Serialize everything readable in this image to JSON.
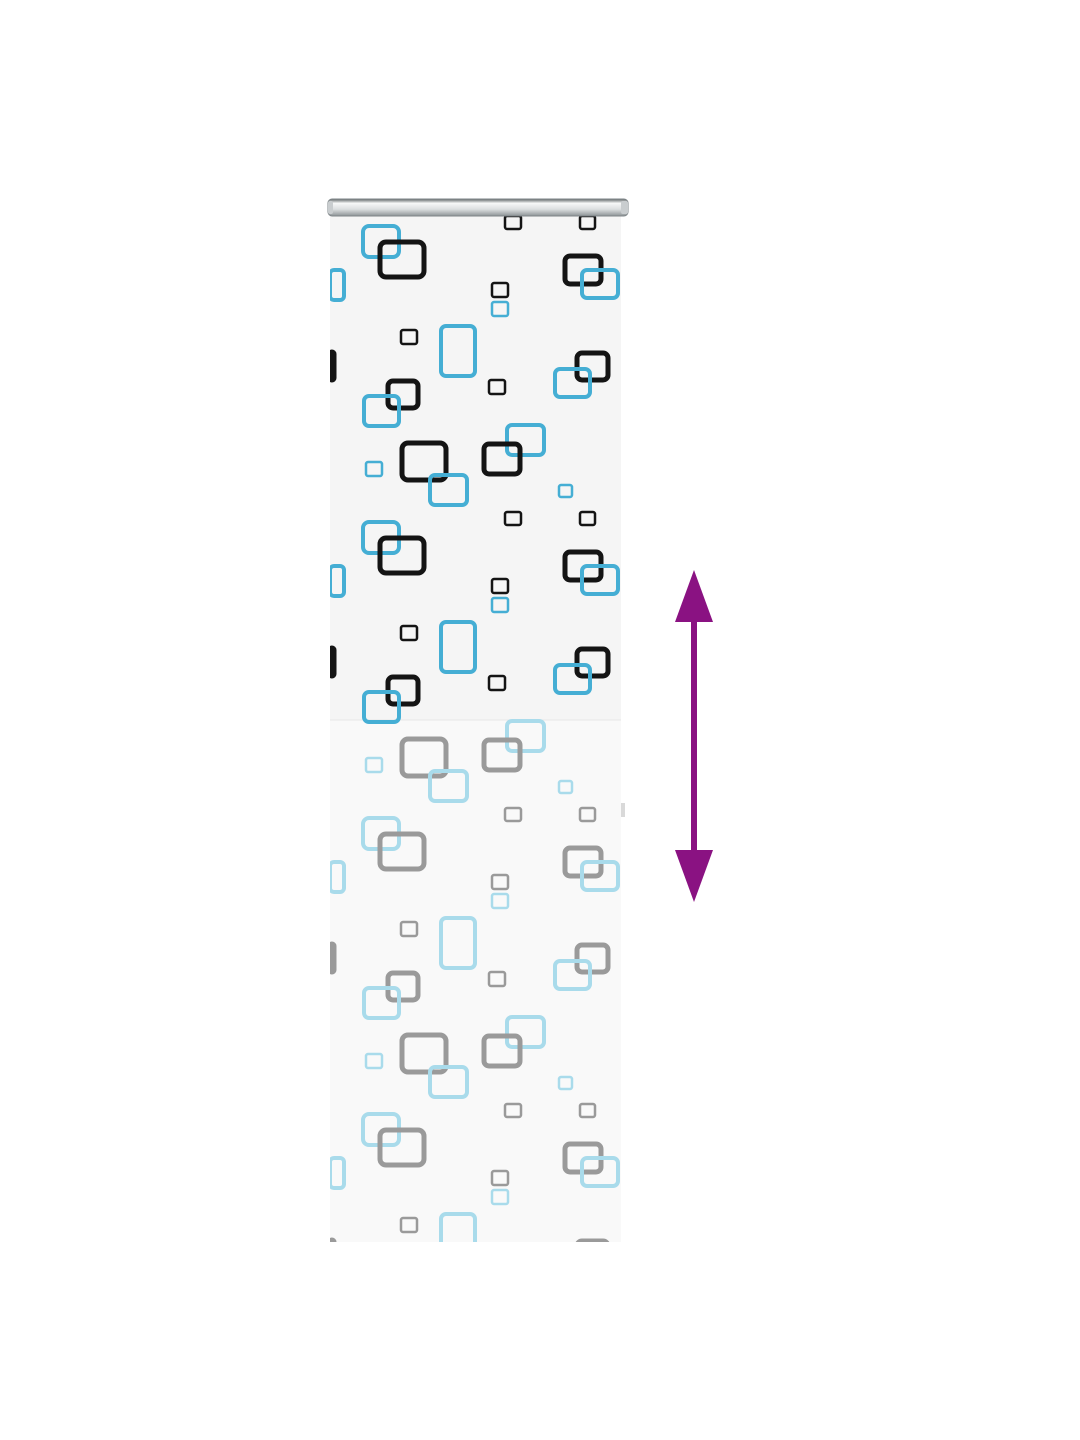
{
  "product": {
    "type": "roller blind",
    "pattern": "square rings",
    "state": "partially rolled down, with faded area showing full extension length"
  },
  "colors": {
    "background": "#ffffff",
    "fabric": "#f5f5f5",
    "fabric_faded": "#f9f9f9",
    "roller_tube": "#e4e6e7",
    "roller_shadow": "#9aa0a3",
    "pattern_blue": "#45aed4",
    "pattern_black": "#141414",
    "pattern_gray": "#9a9a9a",
    "pattern_blue_faded": "#a9dbeb",
    "arrow": "#8a1282"
  },
  "icons": {
    "arrow": "double-headed-vertical-arrow-icon"
  }
}
